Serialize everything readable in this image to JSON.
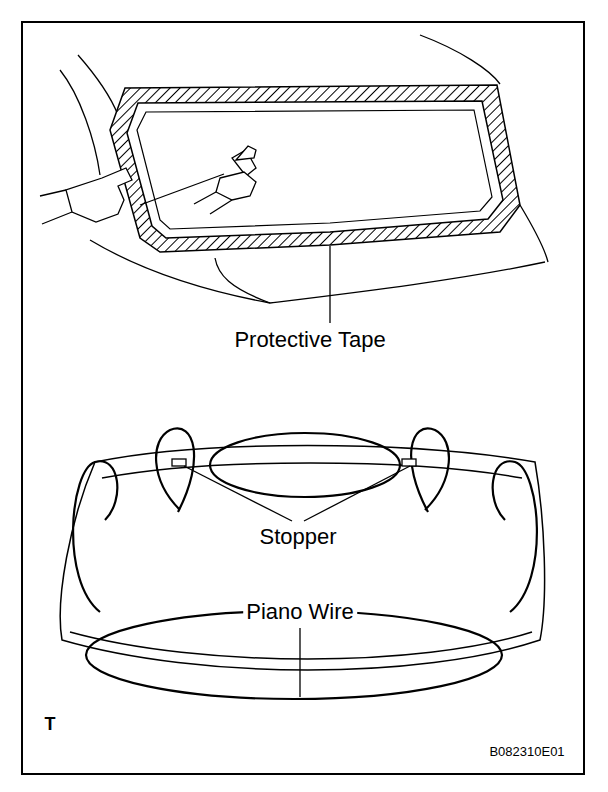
{
  "diagram": {
    "labels": [
      "Protective Tape",
      "Stopper",
      "Piano Wire",
      "T",
      "B082310E01"
    ]
  }
}
